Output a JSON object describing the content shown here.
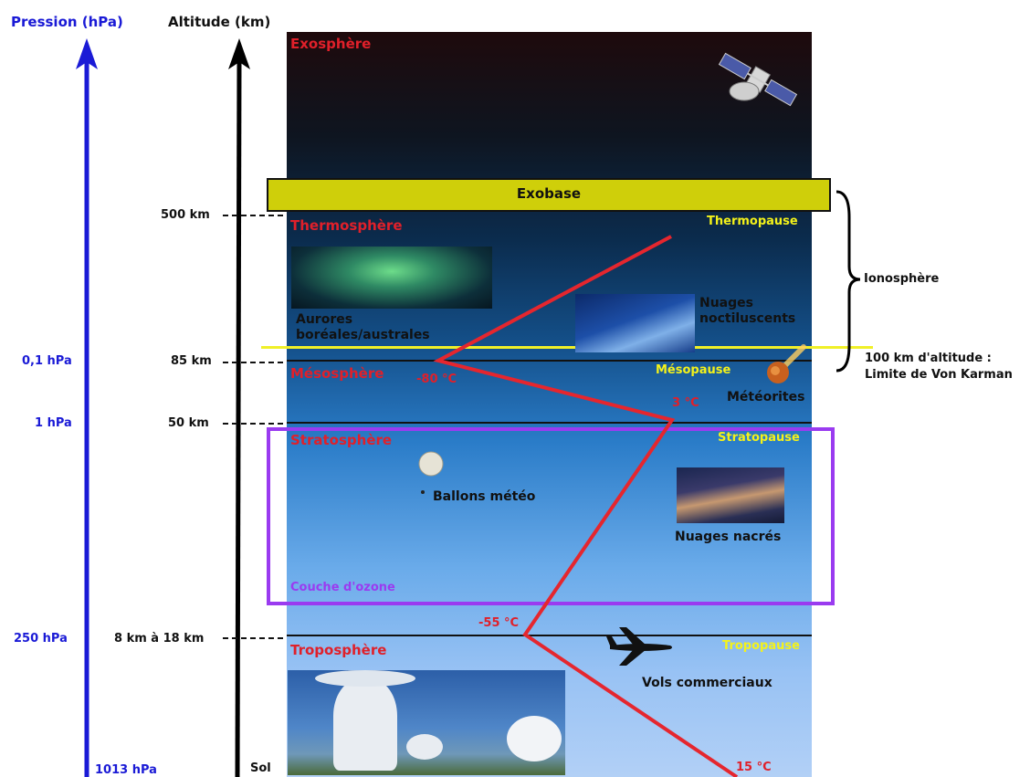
{
  "axes": {
    "pressure_title": "Pression (hPa)",
    "altitude_title": "Altitude (km)",
    "pressure_labels": [
      "0,1 hPa",
      "1 hPa",
      "250 hPa",
      "1013 hPa"
    ],
    "altitude_labels": [
      "500 km",
      "85 km",
      "50 km",
      "8 km à 18 km",
      "Sol"
    ]
  },
  "layers": {
    "exosphere": "Exosphère",
    "exobase": "Exobase",
    "thermosphere": "Thermosphère",
    "thermopause": "Thermopause",
    "mesosphere": "Mésosphère",
    "mesopause": "Mésopause",
    "stratosphere": "Stratosphère",
    "stratopause": "Stratopause",
    "ozone": "Couche d'ozone",
    "troposphere": "Troposphère",
    "tropopause": "Tropopause"
  },
  "temperatures": [
    "-80 °C",
    "3 °C",
    "-55 °C",
    "15 °C"
  ],
  "phenomena": {
    "aurores": [
      "Aurores",
      "boréales/australes"
    ],
    "nuages_noct": [
      "Nuages",
      "noctiluscents"
    ],
    "meteorites": "Météorites",
    "ballons": "Ballons météo",
    "nacres": "Nuages nacrés",
    "vols": "Vols commerciaux"
  },
  "side": {
    "ionosphere": "Ionosphère",
    "karman": [
      "100 km d'altitude :",
      "Limite de Von Karman"
    ]
  },
  "colors": {
    "pressure_axis": "#1a1ad6",
    "temperature_curve": "#e5262e",
    "ozone_box": "#9a3bf0",
    "exobase_fill": "#cfcf0a",
    "karman_line": "#f0f028"
  }
}
